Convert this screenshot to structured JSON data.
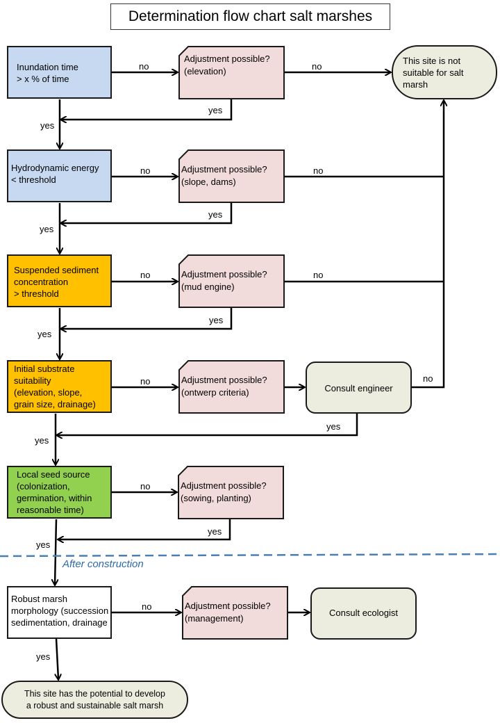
{
  "title": "Determination flow chart salt marshes",
  "separator_label": "After construction",
  "colors": {
    "blue": "#c6d9f0",
    "orange": "#ffc000",
    "green": "#92d050",
    "pink": "#f2dcdb",
    "grey": "#ededdf",
    "dashed_line": "#4a7fb5"
  },
  "criteria": [
    {
      "text": "Inundation time\n > x % of time"
    },
    {
      "text": "Hydrodynamic energy\n< threshold"
    },
    {
      "text": "Suspended sediment\nconcentration\n> threshold"
    },
    {
      "text": "Initial substrate\nsuitability\n(elevation, slope,\ngrain size, drainage)"
    },
    {
      "text": "Local seed source\n(colonization,\ngermination, within\nreasonable time)"
    },
    {
      "text": "Robust marsh\nmorphology (succession\nsedimentation, drainage"
    }
  ],
  "adjustments": [
    {
      "text": "Adjustment possible?\n(elevation)"
    },
    {
      "text": "Adjustment possible?\n(slope, dams)"
    },
    {
      "text": "Adjustment possible?\n(mud engine)"
    },
    {
      "text": "Adjustment possible?\n(ontwerp  criteria)"
    },
    {
      "text": "Adjustment possible?\n(sowing, planting)"
    },
    {
      "text": "Adjustment possible?\n(management)"
    }
  ],
  "outcomes": {
    "not_suitable": "This site is not\nsuitable for  salt\nmarsh",
    "consult_engineer": "Consult engineer",
    "consult_ecologist": "Consult ecologist",
    "potential": "This site has the potential to develop\na robust and sustainable salt marsh"
  },
  "labels": {
    "no": "no",
    "yes": "yes"
  }
}
